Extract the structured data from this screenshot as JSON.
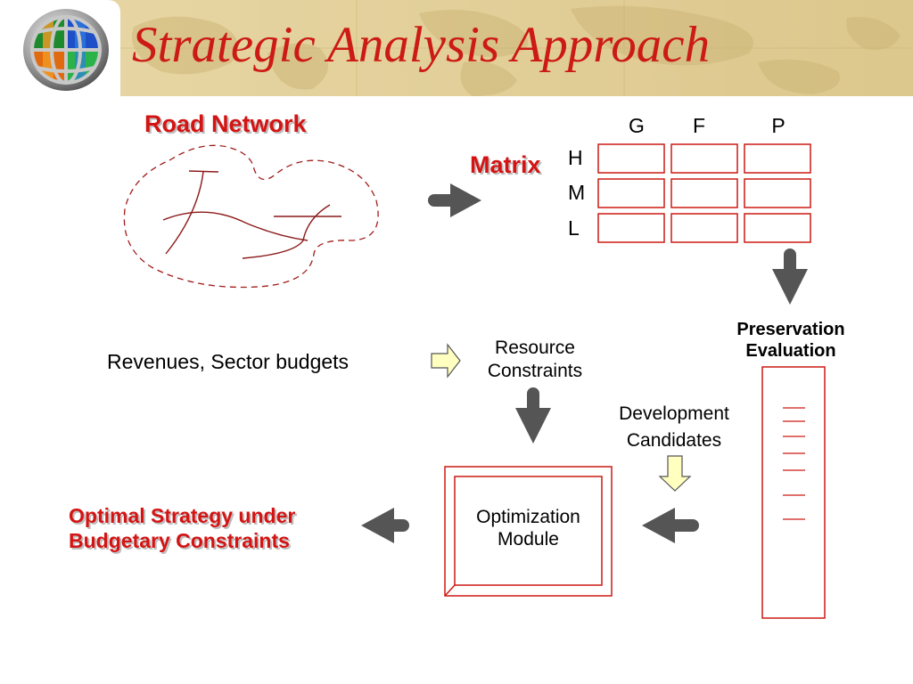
{
  "title": "Strategic Analysis Approach",
  "road_network": {
    "label": "Road Network"
  },
  "matrix": {
    "label": "Matrix",
    "columns": [
      "G",
      "F",
      "P"
    ],
    "rows": [
      "H",
      "M",
      "L"
    ]
  },
  "preservation": {
    "line1": "Preservation",
    "line2": "Evaluation"
  },
  "revenues": {
    "label": "Revenues, Sector budgets"
  },
  "resource": {
    "line1": "Resource",
    "line2": "Constraints"
  },
  "development": {
    "line1": "Development",
    "line2": "Candidates"
  },
  "optimization": {
    "line1": "Optimization",
    "line2": "Module"
  },
  "result": {
    "line1": "Optimal Strategy under",
    "line2": "Budgetary Constraints"
  },
  "colors": {
    "accent_red": "#cc1a14",
    "box_red": "#cc1a14",
    "arrow_gray": "#555555",
    "banner_tan": "#e3cf97",
    "hollow_arrow_fill": "#ffffc0"
  },
  "icons": {
    "logo": "globe-icon"
  }
}
